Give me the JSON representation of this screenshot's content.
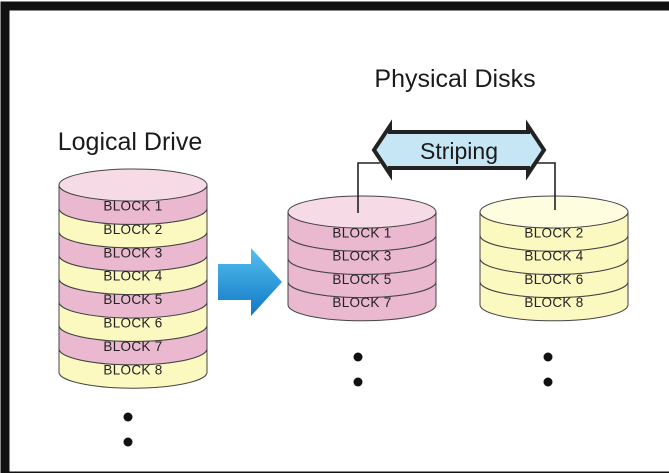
{
  "logical": {
    "title": "Logical Drive",
    "blocks": [
      "BLOCK 1",
      "BLOCK 2",
      "BLOCK 3",
      "BLOCK 4",
      "BLOCK 5",
      "BLOCK 6",
      "BLOCK 7",
      "BLOCK 8"
    ]
  },
  "physical": {
    "title": "Physical Disks",
    "striping_label": "Striping",
    "disk1": {
      "blocks": [
        "BLOCK 1",
        "BLOCK 3",
        "BLOCK 5",
        "BLOCK 7"
      ]
    },
    "disk2": {
      "blocks": [
        "BLOCK 2",
        "BLOCK 4",
        "BLOCK 6",
        "BLOCK 8"
      ]
    }
  },
  "colors": {
    "frame": "#111111",
    "pink": "#eab8cf",
    "pink_top": "#f6dbe7",
    "yellow": "#fbf8c0",
    "yellow_top": "#fefde0",
    "arrow": "#1e98d8",
    "striping_fill": "#c6e6f6"
  },
  "icons": {
    "flow_arrow": "right-arrow-icon",
    "striping_arrow": "double-arrow-icon",
    "continuation": "ellipsis-dots-icon"
  }
}
